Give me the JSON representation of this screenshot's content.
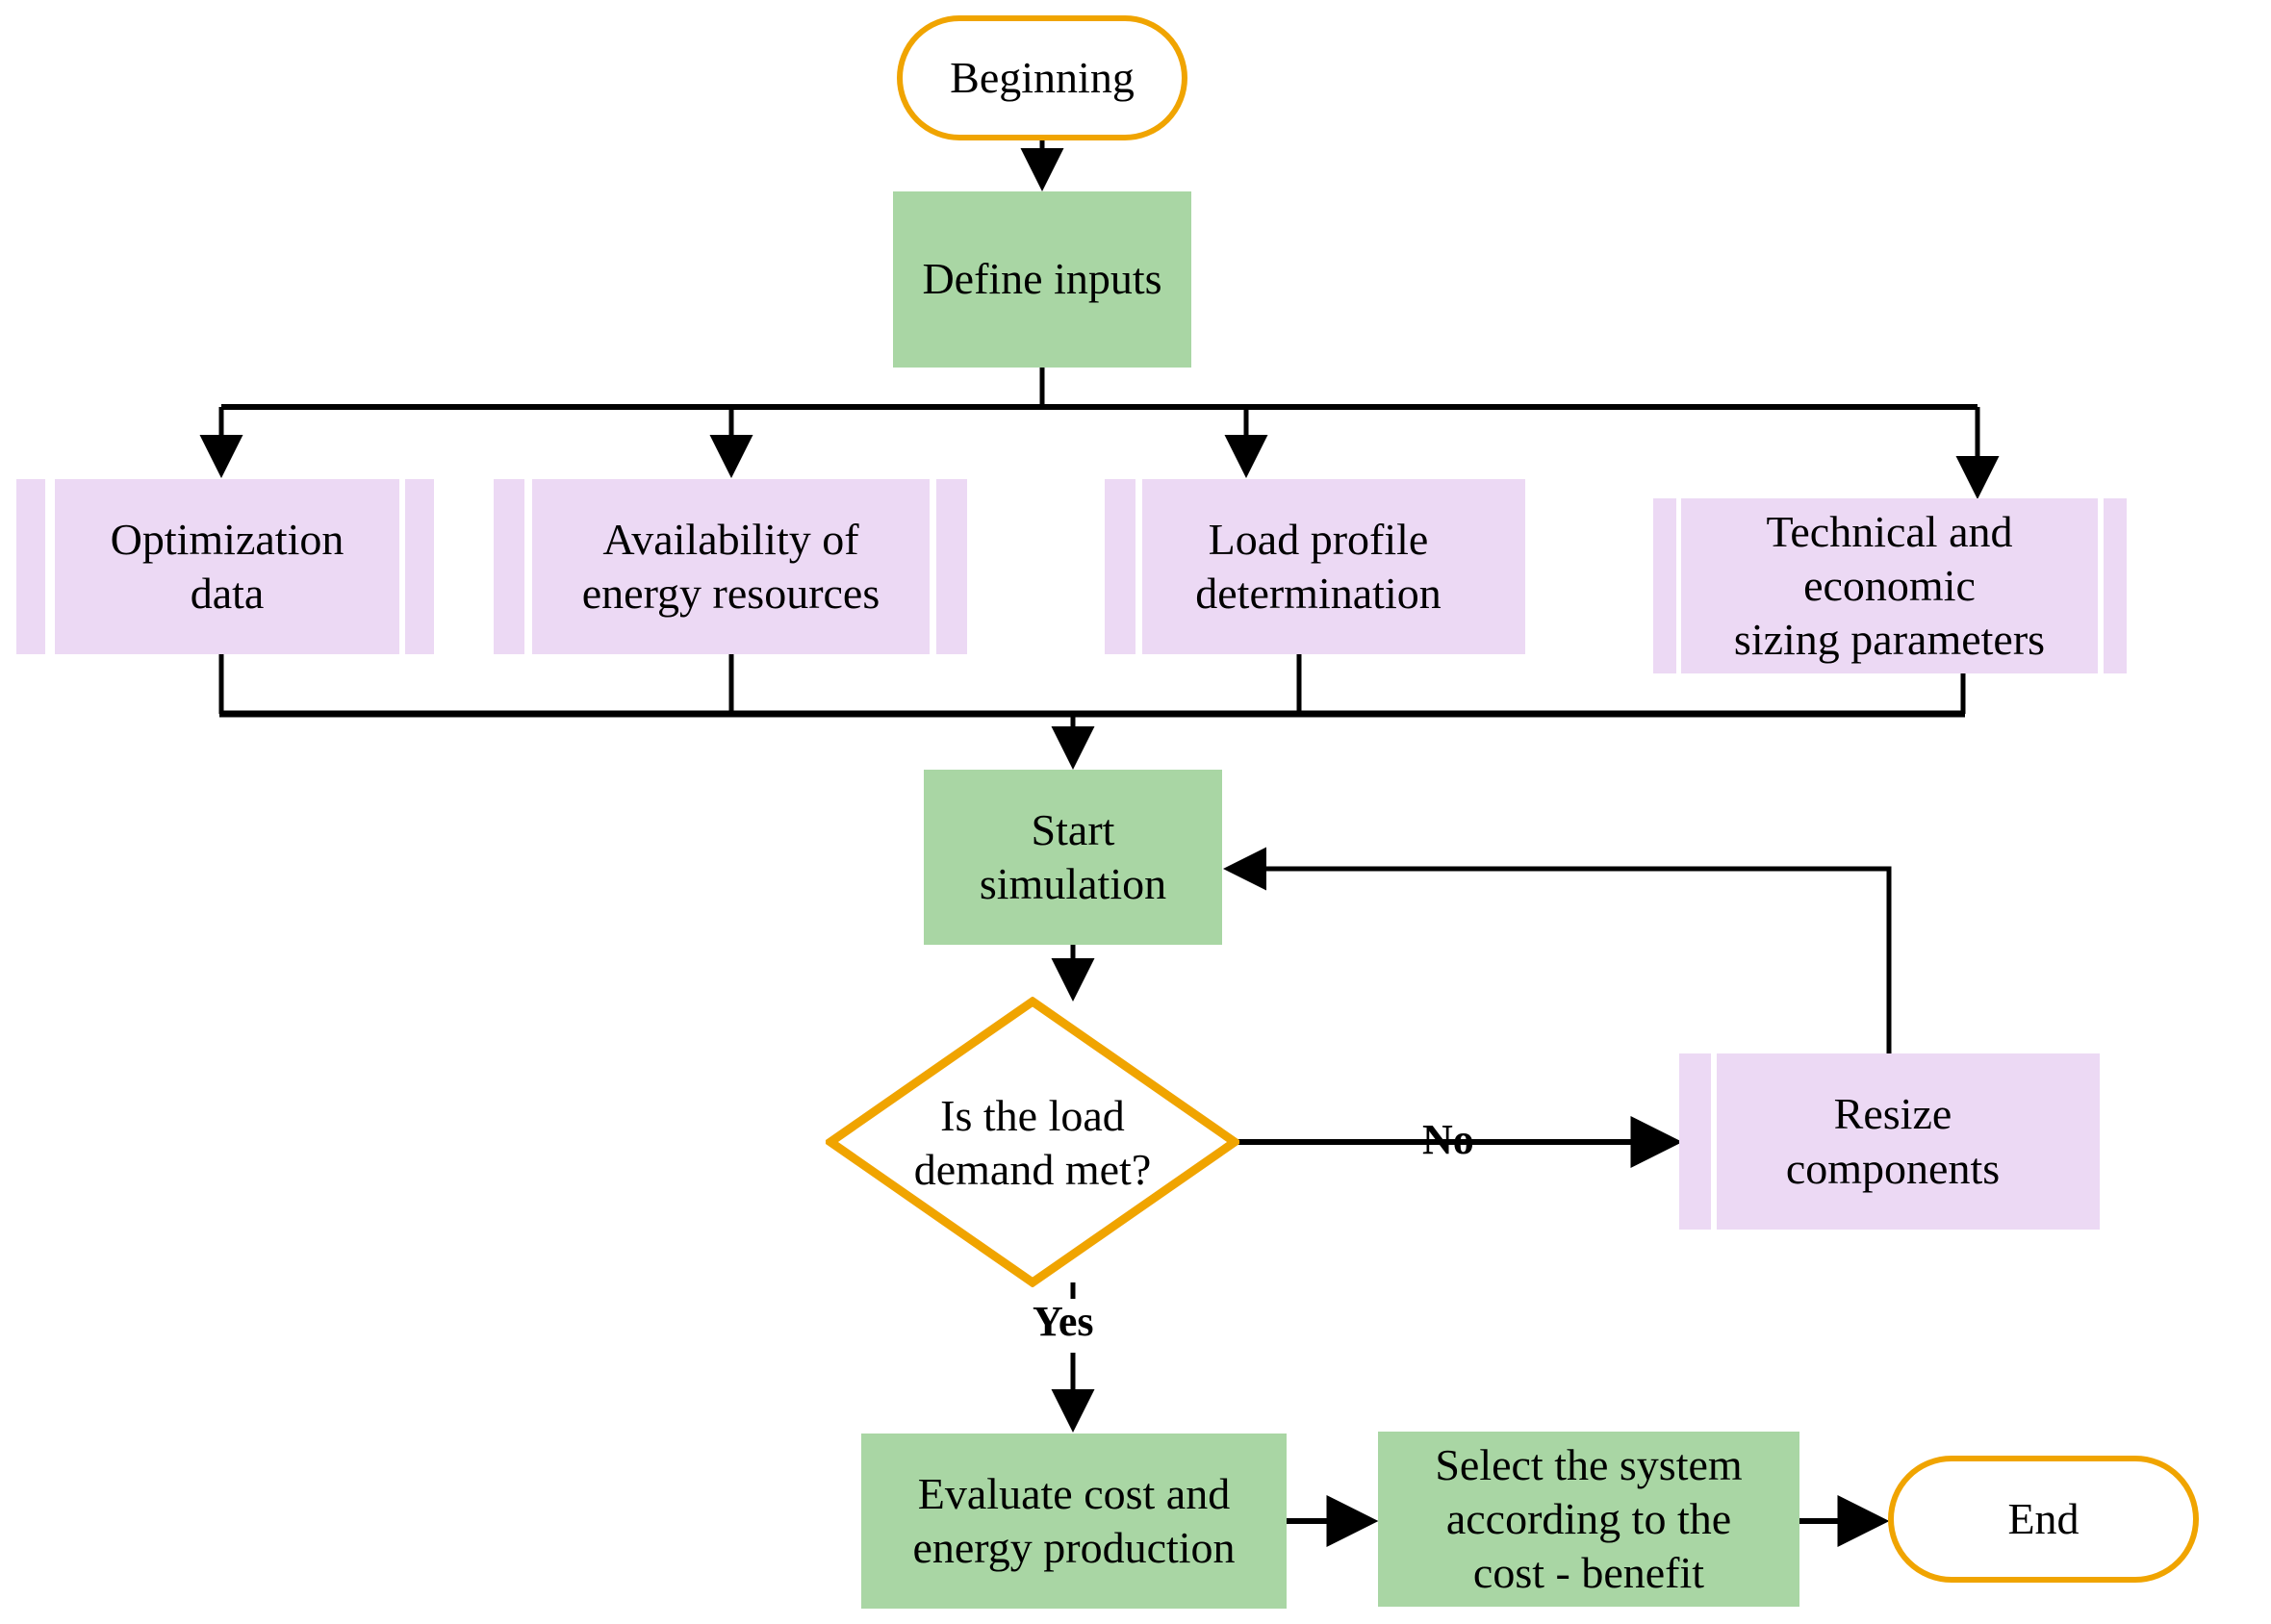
{
  "diagram": {
    "type": "flowchart",
    "title": "Hybrid energy system sizing / simulation flowchart",
    "colors": {
      "terminator_border": "#f0a400",
      "process_fill": "#a9d6a4",
      "data_fill": "#ecd9f4",
      "connector": "#000000",
      "background": "#ffffff"
    },
    "nodes": {
      "beginning": {
        "label": "Beginning",
        "shape": "terminator"
      },
      "define_inputs": {
        "label": "Define inputs",
        "shape": "process"
      },
      "optimization_data": {
        "label": "Optimization\ndata",
        "shape": "data"
      },
      "availability": {
        "label": "Availability of\nenergy resources",
        "shape": "data"
      },
      "load_profile": {
        "label": "Load profile\ndetermination",
        "shape": "data"
      },
      "sizing_parameters": {
        "label": "Technical and economic\nsizing parameters",
        "shape": "data"
      },
      "start_simulation": {
        "label": "Start\nsimulation",
        "shape": "process"
      },
      "decision": {
        "label": "Is the load\ndemand met?",
        "shape": "decision"
      },
      "resize_components": {
        "label": "Resize\ncomponents",
        "shape": "data"
      },
      "evaluate_cost": {
        "label": "Evaluate cost and\nenergy production",
        "shape": "process"
      },
      "select_system": {
        "label": "Select the system\naccording to the\ncost - benefit",
        "shape": "process"
      },
      "end": {
        "label": "End",
        "shape": "terminator"
      }
    },
    "edge_labels": {
      "no": "No",
      "yes": "Yes"
    }
  }
}
